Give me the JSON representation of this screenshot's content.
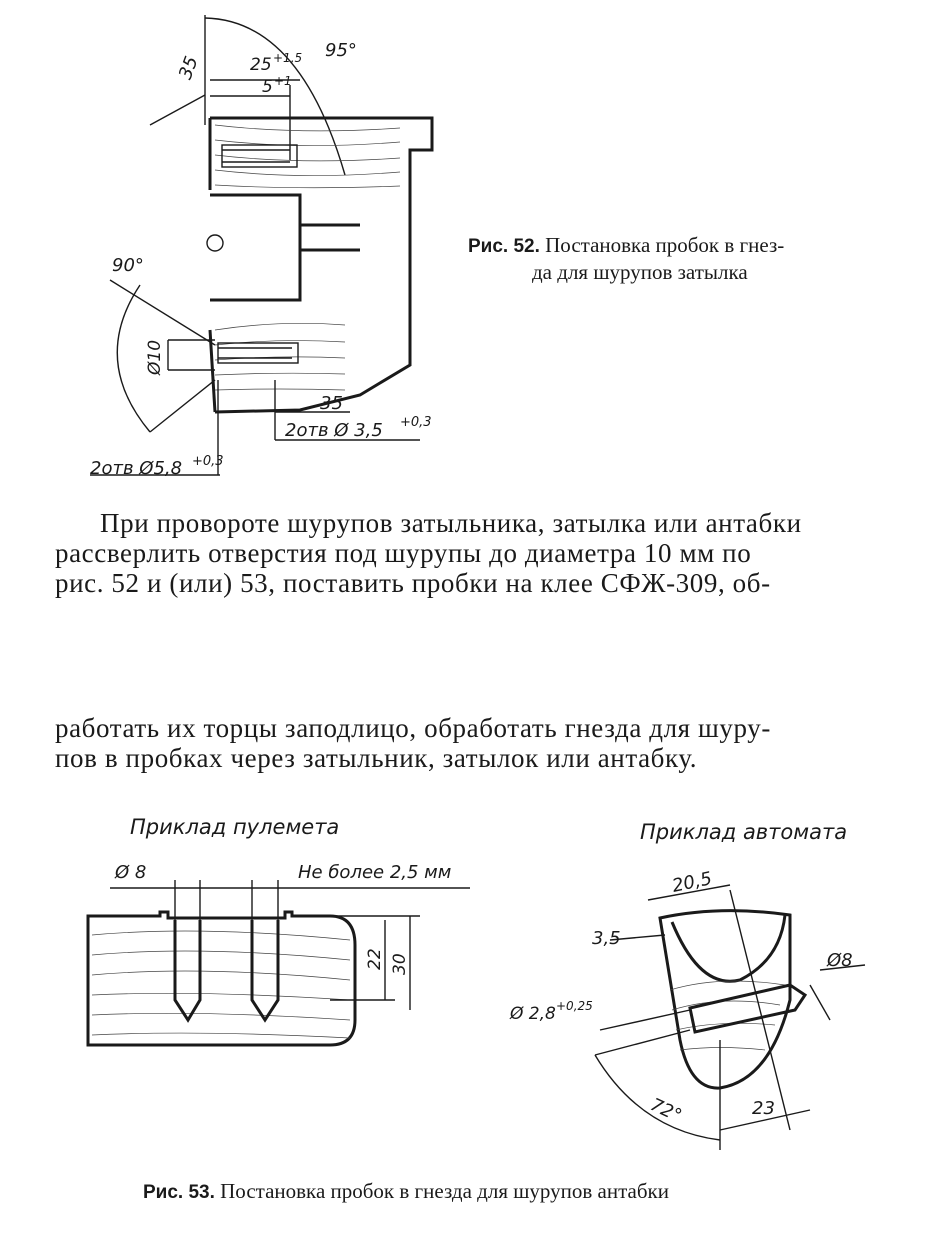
{
  "figure52": {
    "caption_label": "Рис. 52.",
    "caption_line1": "Постановка пробок в гнез-",
    "caption_line2": "да для шурупов затылка",
    "dims": {
      "angle_top": "95°",
      "d35_top": "35",
      "d25": "25",
      "d25_tol": "+1,5",
      "d5": "5",
      "d5_tol": "+1",
      "angle_left": "90°",
      "dia10": "Ø10",
      "d35_bottom": "35",
      "holes_35": "2отв  Ø 3,5",
      "holes_35_tol": "+0,3",
      "holes_58": "2отв  Ø5,8",
      "holes_58_tol": "+0,3"
    }
  },
  "paragraph": {
    "line1": "При провороте шурупов затыльника, затылка или антабки",
    "line2": "рассверлить отверстия под шурупы до диаметра 10 мм по",
    "line3": "рис. 52 и (или) 53, поставить пробки на клее СФЖ-309, об-",
    "line4": "работать их торцы заподлицо, обработать гнезда для шуру-",
    "line5": "пов в пробках через затыльник, затылок или антабку."
  },
  "figure53": {
    "left_title": "Приклад пулемета",
    "right_title": "Приклад автомата",
    "left_dims": {
      "dia8": "Ø 8",
      "max_depth": "Не более 2,5 мм",
      "d22": "22",
      "d30": "30"
    },
    "right_dims": {
      "d20_5": "20,5",
      "d3_5": "3,5",
      "dia8": "Ø8",
      "dia2_8": "Ø 2,8",
      "dia2_8_tol": "+0,25",
      "angle": "72°",
      "d23": "23"
    },
    "caption_label": "Рис. 53.",
    "caption_text": "Постановка пробок в гнезда для шурупов антабки"
  }
}
